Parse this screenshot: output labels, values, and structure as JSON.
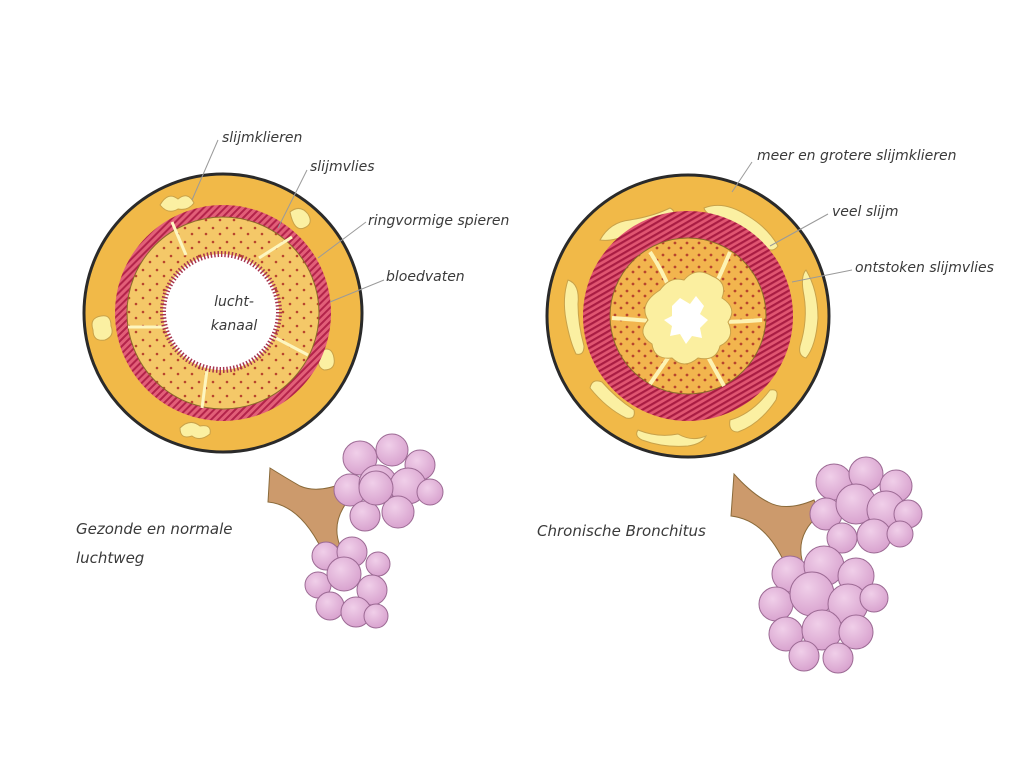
{
  "normal": {
    "labels": {
      "slijmklieren": "slijmklieren",
      "slijmvlies": "slijmvlies",
      "spieren": "ringvormige spieren",
      "bloedvaten": "bloedvaten",
      "kanaal_line1": "lucht-",
      "kanaal_line2": "kanaal"
    },
    "caption_line1": "Gezonde en normale",
    "caption_line2": "luchtweg"
  },
  "bronchitis": {
    "labels": {
      "klieren": "meer en grotere slijmklieren",
      "slijm": "veel slijm",
      "slijmvlies": "ontstoken slijmvlies"
    },
    "caption": "Chronische Bronchitus"
  },
  "colors": {
    "outer_ring": "#f1b948",
    "gland": "#fbf0a2",
    "muscle": "#cf3a5c",
    "mucosa": "#f2bf58",
    "dot": "#b8452e",
    "alveoli": "#e6b0dd",
    "bronchus": "#cc9a6c"
  }
}
